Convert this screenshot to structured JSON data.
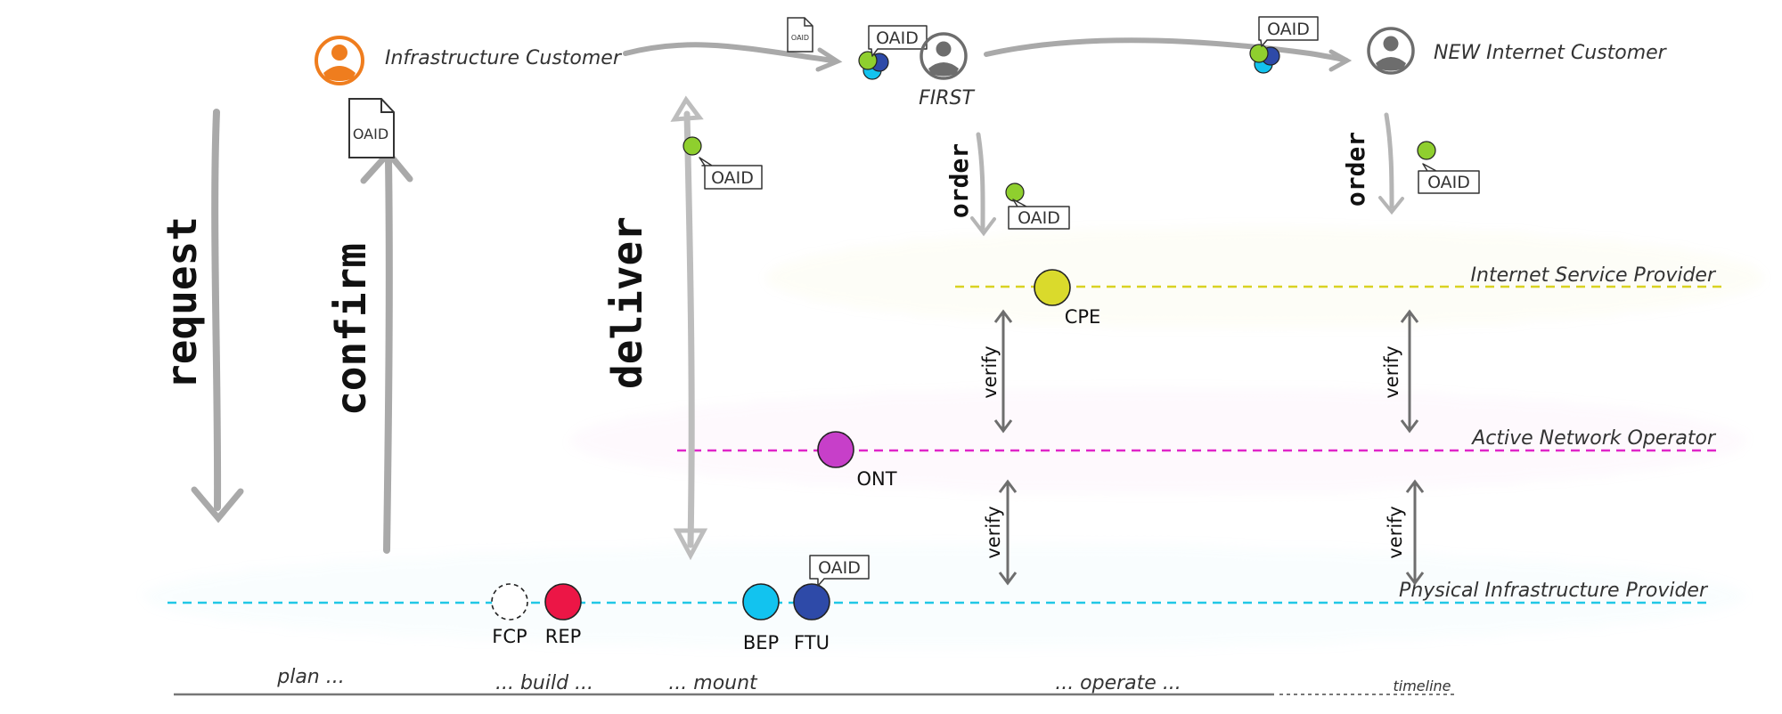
{
  "colors": {
    "isp": "#d9d222",
    "ano": "#e026c8",
    "pip": "#21c7e6",
    "arrow_gray": "#9a9a9a",
    "arrow_dark": "#6e6e6e",
    "person_orange": "#ef7d1e",
    "person_gray": "#6d6d6d",
    "green": "#8fcf2e",
    "cpe": "#dada2c",
    "ont": "#c73fc9",
    "rep": "#ec1646",
    "bep": "#12c3ef",
    "ftu": "#2e4aa8"
  },
  "actors": {
    "infra_customer": {
      "label": "Infrastructure Customer",
      "icon": "person-orange-icon"
    },
    "first_customer": {
      "label": "FIRST",
      "icon": "person-gray-icon"
    },
    "new_customer": {
      "label": "NEW Internet Customer",
      "icon": "person-gray-icon"
    }
  },
  "documents": {
    "confirm_doc": "OAID",
    "small_doc": "OAID"
  },
  "callouts": {
    "deliver": "OAID",
    "first": "OAID",
    "order1": "OAID",
    "new": "OAID",
    "order2": "OAID",
    "ftu": "OAID"
  },
  "flows": {
    "request": "request",
    "confirm": "confirm",
    "deliver": "deliver",
    "order1": "order",
    "order2": "order"
  },
  "layers": {
    "isp": "Internet Service Provider",
    "ano": "Active Network Operator",
    "pip": "Physical Infrastructure Provider"
  },
  "nodes": {
    "cpe": "CPE",
    "ont": "ONT",
    "fcp": "FCP",
    "rep": "REP",
    "bep": "BEP",
    "ftu": "FTU"
  },
  "verify": {
    "v1": "verify",
    "v2": "verify",
    "v3": "verify",
    "v4": "verify"
  },
  "timeline": {
    "plan": "plan ...",
    "build": "... build ...",
    "mount": "... mount",
    "operate": "... operate ...",
    "label": "timeline"
  }
}
